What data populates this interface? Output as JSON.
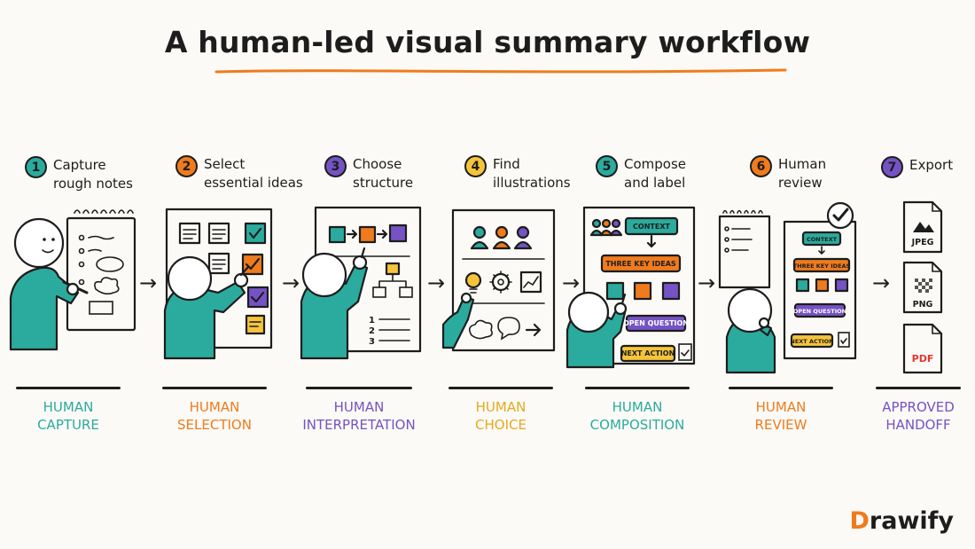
{
  "title": "A human-led visual summary workflow",
  "colors": {
    "ink": "#1d1d1d",
    "teal": "#2bab9d",
    "orange": "#f07b1d",
    "purple": "#7553c4",
    "yellow": "#f6c43b",
    "paper": "#fbfaf6"
  },
  "steps": [
    {
      "number": "1",
      "label": "Capture\nrough notes",
      "role": "HUMAN\nCAPTURE",
      "color": "#2bab9d"
    },
    {
      "number": "2",
      "label": "Select\nessential ideas",
      "role": "HUMAN\nSELECTION",
      "color": "#f07b1d"
    },
    {
      "number": "3",
      "label": "Choose\nstructure",
      "role": "HUMAN\nINTERPRETATION",
      "color": "#7553c4"
    },
    {
      "number": "4",
      "label": "Find\nillustrations",
      "role": "HUMAN\nCHOICE",
      "color": "#f6c43b"
    },
    {
      "number": "5",
      "label": "Compose\nand label",
      "role": "HUMAN\nCOMPOSITION",
      "color": "#2bab9d"
    },
    {
      "number": "6",
      "label": "Human\nreview",
      "role": "HUMAN\nREVIEW",
      "color": "#f07b1d"
    },
    {
      "number": "7",
      "label": "Export",
      "role": "APPROVED\nHANDOFF",
      "color": "#7553c4"
    }
  ],
  "canvas_labels": {
    "context": "CONTEXT",
    "three_key_ideas": "THREE KEY IDEAS",
    "open_question": "OPEN QUESTION",
    "next_action": "NEXT ACTION",
    "list_numbers": [
      "1",
      "2",
      "3"
    ]
  },
  "exports": [
    "JPEG",
    "PNG",
    "PDF"
  ],
  "brand": {
    "first_letter": "D",
    "rest": "rawify"
  }
}
